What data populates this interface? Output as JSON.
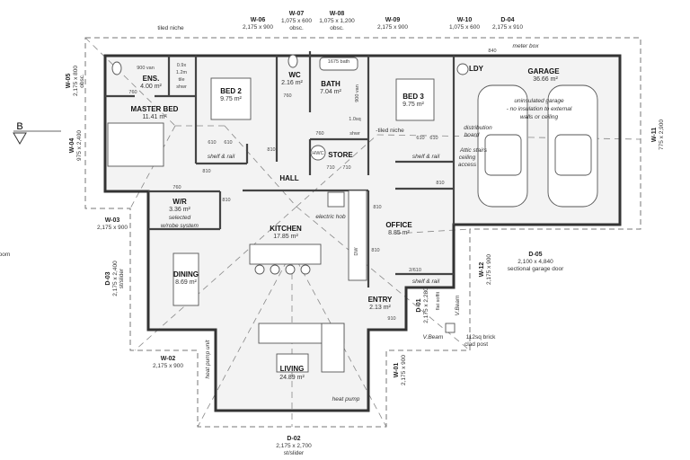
{
  "section_marker": "B",
  "offcanvas_text": "oom",
  "openings": [
    {
      "id": "W-06",
      "size": "2,175 x 900"
    },
    {
      "id": "W-07",
      "size": "1,075 x 600",
      "note": "obsc."
    },
    {
      "id": "W-08",
      "size": "1,075 x 1,200",
      "note": "obsc."
    },
    {
      "id": "W-09",
      "size": "2,175 x 900"
    },
    {
      "id": "W-10",
      "size": "1,075 x 600"
    },
    {
      "id": "D-04",
      "size": "2,175 x 910"
    },
    {
      "id": "W-05",
      "size": "2,175 x 800",
      "note": "obsc."
    },
    {
      "id": "W-04",
      "size": "975 x 2,400"
    },
    {
      "id": "W-03",
      "size": "2,175 x 900"
    },
    {
      "id": "D-03",
      "size": "2,175 x 2,400",
      "note": "st/slider"
    },
    {
      "id": "W-02",
      "size": "2,175 x 900"
    },
    {
      "id": "D-02",
      "size": "2,175 x 2,700",
      "note": "st/slider"
    },
    {
      "id": "W-01",
      "size": "2,175 x 900"
    },
    {
      "id": "W-12",
      "size": "2,175 x 900"
    },
    {
      "id": "D-05",
      "size": "2,100 x 4,840",
      "note": "sectional garage door"
    },
    {
      "id": "W-11",
      "size": "775 x 2,900"
    },
    {
      "id": "D-01",
      "size": "2,175 x 2,280"
    }
  ],
  "rooms": [
    {
      "name": "MASTER BED",
      "area": "11.41 m²"
    },
    {
      "name": "ENS.",
      "area": "4.00 m²"
    },
    {
      "name": "BED 2",
      "area": "9.75 m²"
    },
    {
      "name": "WC",
      "area": "2.16 m²"
    },
    {
      "name": "BATH",
      "area": "7.04 m²"
    },
    {
      "name": "BED 3",
      "area": "9.75 m²"
    },
    {
      "name": "LDY",
      "area": ""
    },
    {
      "name": "GARAGE",
      "area": "36.66 m²"
    },
    {
      "name": "HALL",
      "area": ""
    },
    {
      "name": "KITCHEN",
      "area": "17.85 m²"
    },
    {
      "name": "OFFICE",
      "area": "8.85 m²"
    },
    {
      "name": "DINING",
      "area": "8.69 m²"
    },
    {
      "name": "LIVING",
      "area": "24.89 m²"
    },
    {
      "name": "ENTRY",
      "area": "2.13 m²"
    },
    {
      "name": "W/R",
      "area": "3.36 m²"
    },
    {
      "name": "STORE",
      "area": ""
    },
    {
      "name": "HWC",
      "area": ""
    }
  ],
  "notes": {
    "tiled_niche_1": "tiled niche",
    "tiled_niche_2": "-tiled niche",
    "ens_vanity": "900 van",
    "ens_shower": [
      "0.9x",
      "1.2m",
      "tile",
      "shwr"
    ],
    "bath_tub": "1675 bath",
    "bath_vanity": "900 van",
    "bath_shower": [
      "1.0sq",
      "shwr"
    ],
    "wr_note": [
      "selected",
      "w/robe system"
    ],
    "shelf_rail": "shelf & rail",
    "distribution_board": [
      "distribution",
      "board"
    ],
    "attic": [
      "Attic stairs",
      "ceiling",
      "access"
    ],
    "garage_note": [
      "uninsulated garage",
      "- no insulation to external",
      "walls or ceiling"
    ],
    "meter_box": "meter box",
    "electric_hob": "electric hob",
    "heat_pump_unit": "heat pump unit",
    "heat_pump": "heat pump",
    "post": [
      "112sq brick",
      "clad post"
    ],
    "flat_soffit": "flat soffit",
    "vbeam": "V.Beam",
    "office_robe": "2/610",
    "dw": "DW"
  },
  "door_widths": [
    "760",
    "760",
    "810",
    "610",
    "610",
    "810",
    "760",
    "710",
    "710",
    "760",
    "810",
    "610",
    "610",
    "810",
    "840",
    "810",
    "910",
    "810"
  ]
}
